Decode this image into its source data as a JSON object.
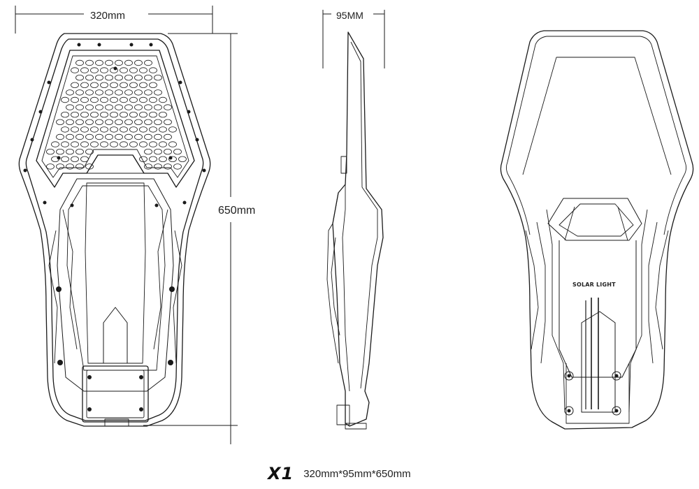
{
  "dimensions": {
    "width_label": "320mm",
    "depth_label": "95MM",
    "height_label": "650mm"
  },
  "caption": {
    "model": "X1",
    "dimensions": "320mm*95mm*650mm"
  },
  "back_view": {
    "print": "SOLAR LIGHT"
  },
  "colors": {
    "line": "#1a1a1a",
    "background": "#ffffff"
  }
}
